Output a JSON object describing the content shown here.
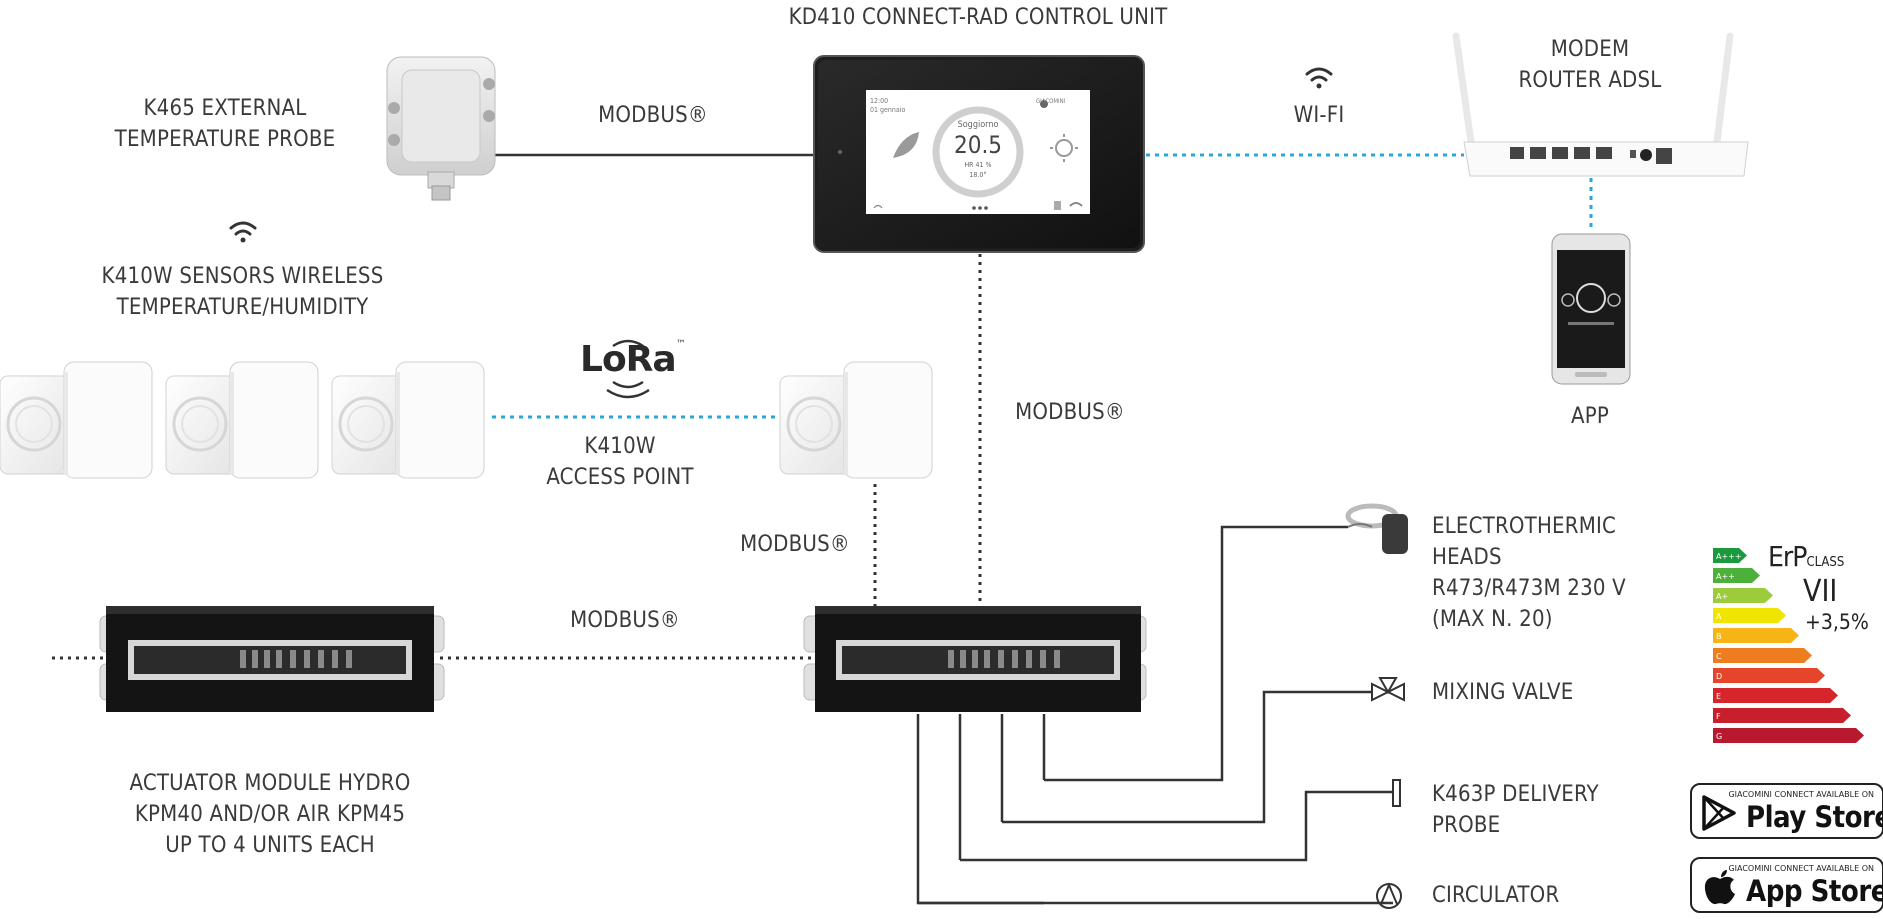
{
  "labels": {
    "control_unit": "KD410 CONNECT-RAD CONTROL UNIT",
    "external_probe": [
      "K465 EXTERNAL",
      "TEMPERATURE PROBE"
    ],
    "modbus": "MODBUS®",
    "wifi": "WI-FI",
    "router": [
      "MODEM",
      "ROUTER ADSL"
    ],
    "app": "APP",
    "sensors": [
      "K410W SENSORS WIRELESS",
      "TEMPERATURE/HUMIDITY"
    ],
    "access_point": [
      "K410W",
      "ACCESS POINT"
    ],
    "lora": "LoRa",
    "lora_tm": "™",
    "actuator": [
      "ACTUATOR MODULE HYDRO",
      "KPM40 AND/OR AIR KPM45",
      "UP TO 4 UNITS EACH"
    ],
    "heads": [
      "ELECTROTHERMIC",
      "HEADS",
      "R473/R473M 230 V",
      "(MAX N. 20)"
    ],
    "mixing_valve": "MIXING VALVE",
    "delivery_probe": [
      "K463P DELIVERY",
      "PROBE"
    ],
    "circulator": "CIRCULATOR"
  },
  "display": {
    "time": "12:00",
    "date": "01 gennaio",
    "brand": "GIACOMINI",
    "room": "Soggiorno",
    "temperature": "20.5",
    "humidity": "HR 41 %",
    "setpoint": "18.0°"
  },
  "energy": {
    "title": "ErP",
    "title_suffix": "CLASS",
    "class": "VII",
    "bonus": "+3,5%",
    "bands": [
      {
        "label": "A+++",
        "color": "#1a9a3c"
      },
      {
        "label": "A++",
        "color": "#4db03a"
      },
      {
        "label": "A+",
        "color": "#9ccb3b"
      },
      {
        "label": "A",
        "color": "#f0e500"
      },
      {
        "label": "B",
        "color": "#f7b417"
      },
      {
        "label": "C",
        "color": "#ee7d1f"
      },
      {
        "label": "D",
        "color": "#e5452a"
      },
      {
        "label": "E",
        "color": "#d7262b"
      },
      {
        "label": "F",
        "color": "#c81f2d"
      },
      {
        "label": "G",
        "color": "#b8192f"
      }
    ]
  },
  "stores": {
    "available": "GIACOMINI CONNECT AVAILABLE ON",
    "play": "Play Store",
    "app": "App Store"
  },
  "colors": {
    "wired": "#333333",
    "wireless": "#2aa7d6"
  }
}
